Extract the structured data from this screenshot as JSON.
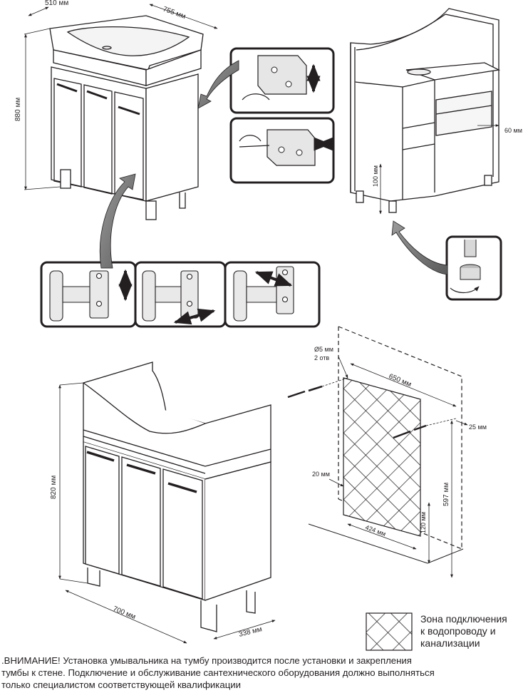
{
  "dimensions": {
    "top_depth": "510 мм",
    "top_width": "755 мм",
    "top_height": "880 мм",
    "frame_leg": "100 мм",
    "frame_gap": "60 мм",
    "bottom_height": "820 мм",
    "bottom_width": "700 мм",
    "bottom_depth": "338 мм",
    "hole_diameter": "Ø5 мм",
    "hole_count": "2 отв",
    "zone_width": "650 мм",
    "zone_top_offset": "25 мм",
    "zone_left_offset": "20 мм",
    "zone_height": "597 мм",
    "zone_bottom_offset": "120 мм",
    "zone_inner_width": "424 мм"
  },
  "legend": {
    "line1": "Зона подключения",
    "line2": "к водопроводу и",
    "line3": "канализации"
  },
  "warning": {
    "line1": ".ВНИМАНИЕ! Установка умывальника на тумбу производится после установки и закрепления",
    "line2": "тумбы к стене. Подключение и обслуживание сантехнического оборудования должно выполняться",
    "line3": "только специалистом соответствующей квалификации"
  }
}
